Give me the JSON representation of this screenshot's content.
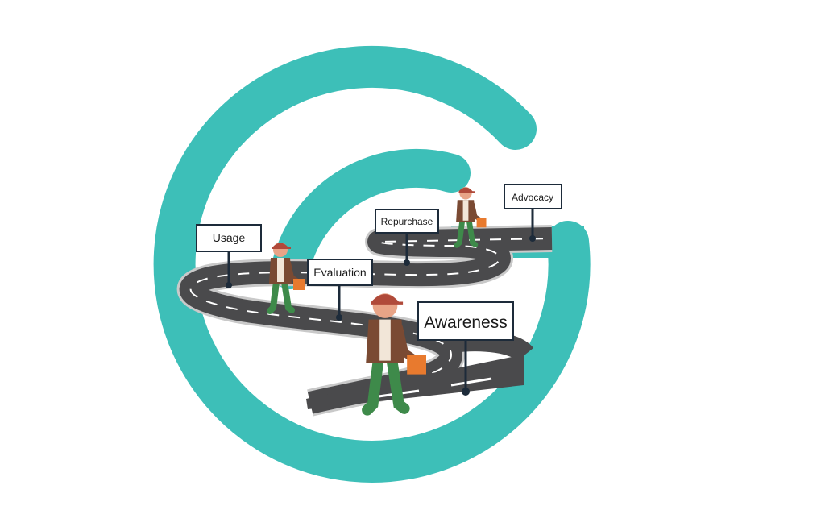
{
  "colors": {
    "brand_teal": "#3dbfb8",
    "road": "#4a4a4c",
    "road_edge": "#c8c8c8",
    "road_marking": "#ffffff",
    "sign_border": "#1d2b3a",
    "sign_post": "#1d2b3a",
    "jacket": "#7a4a33",
    "pants": "#3e8a4a",
    "bag": "#e87a2e",
    "skin": "#e8a487",
    "cap": "#b04a3a"
  },
  "stages": [
    {
      "key": "awareness",
      "label": "Awareness"
    },
    {
      "key": "evaluation",
      "label": "Evaluation"
    },
    {
      "key": "usage",
      "label": "Usage"
    },
    {
      "key": "repurchase",
      "label": "Repurchase"
    },
    {
      "key": "advocacy",
      "label": "Advocacy"
    }
  ]
}
